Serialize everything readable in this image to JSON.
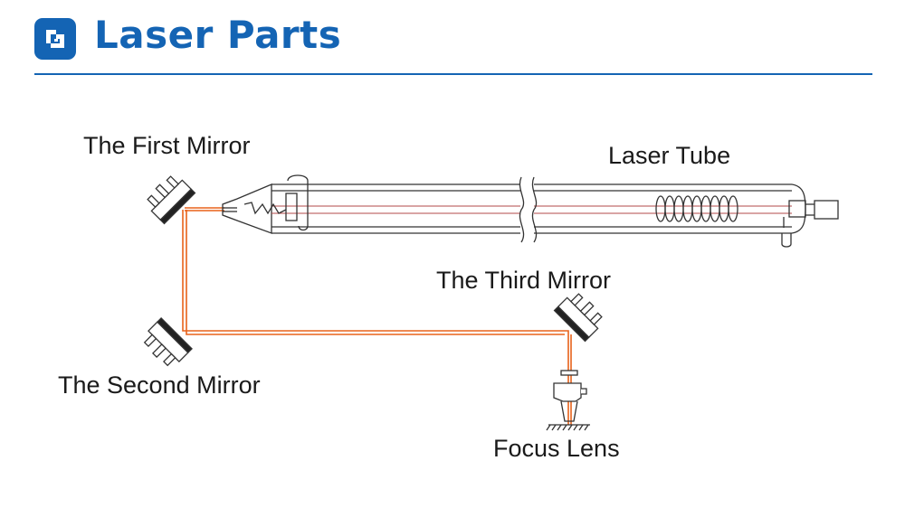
{
  "header": {
    "title": "Laser Parts",
    "logo_icon": "brand-logo-icon"
  },
  "labels": {
    "first_mirror": "The First Mirror",
    "laser_tube": "Laser Tube",
    "third_mirror": "The Third Mirror",
    "second_mirror": "The Second Mirror",
    "focus_lens": "Focus Lens"
  },
  "colors": {
    "brand": "#1464b4",
    "beam": "#e8621a",
    "line": "#333333"
  }
}
